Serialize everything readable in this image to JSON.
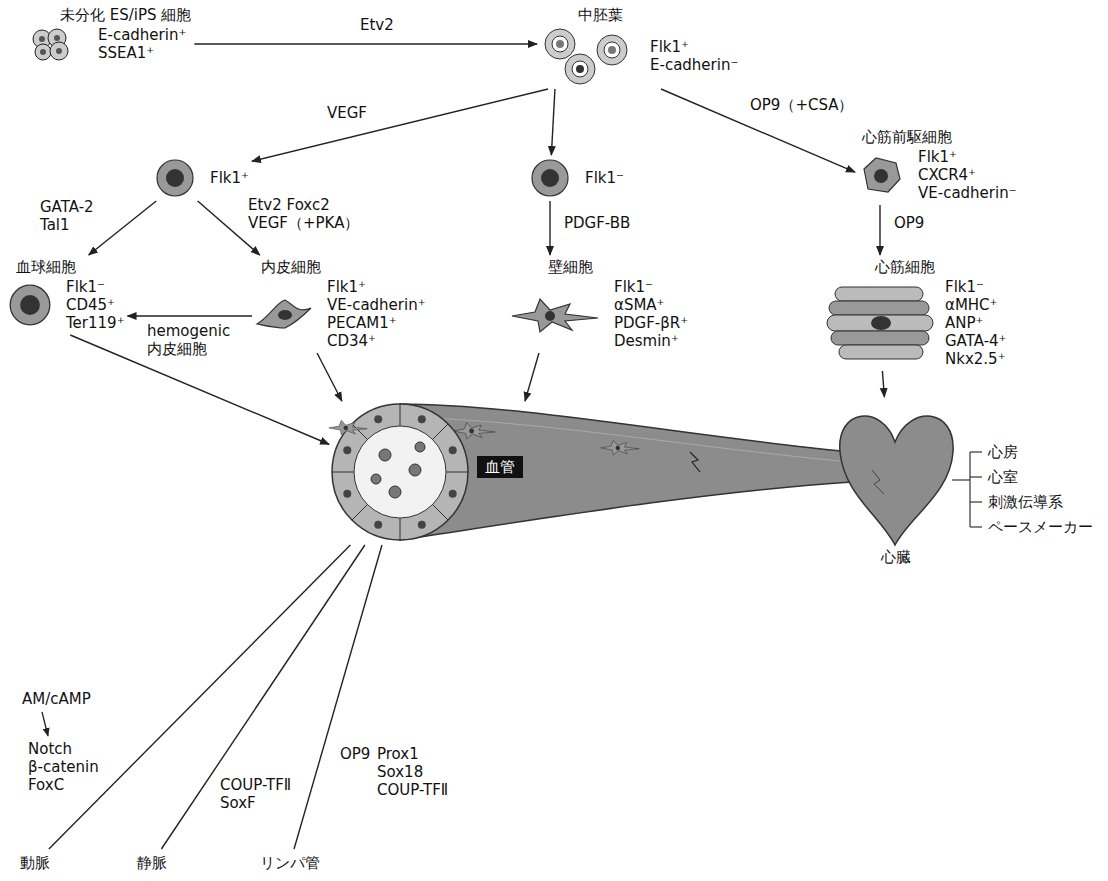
{
  "diagram": {
    "nodes": [
      {
        "text": [
          "未分化 ES/iPS 細胞",
          "E-cadherin⁺ SSEA1⁺"
        ]
      },
      {
        "text": [
          "中胚葉",
          "Flk1⁺ E-cadherin⁻"
        ]
      },
      {
        "text": [
          "Flk1⁺"
        ]
      },
      {
        "text": [
          "Flk1⁻"
        ]
      },
      {
        "text": [
          "心筋前駆細胞",
          "Flk1⁺ CXCR4⁺ VE-cadherin⁻"
        ]
      },
      {
        "text": [
          "血球細胞",
          "Flk1⁻ CD45⁺ Ter119⁺"
        ]
      },
      {
        "text": [
          "内皮細胞",
          "Flk1⁺ VE-cadherin⁺ PECAM1⁺ CD34⁺"
        ]
      },
      {
        "text": [
          "壁細胞",
          "Flk1⁻ αSMA⁺ PDGF-βR⁺ Desmin⁺"
        ]
      },
      {
        "text": [
          "心筋細胞",
          "Flk1⁻ αMHC⁺ ANP⁺ GATA-4⁺ Nkx2.5⁺"
        ]
      },
      {
        "text": [
          "血管"
        ]
      },
      {
        "text": [
          "心臓"
        ]
      },
      {
        "text": [
          "動脈"
        ]
      },
      {
        "text": [
          "静脈"
        ]
      },
      {
        "text": [
          "リンパ管"
        ]
      }
    ],
    "edges": [
      {
        "from": 0,
        "to": 1,
        "arrow": "to",
        "label": "Etv2"
      },
      {
        "from": 1,
        "to": 2,
        "arrow": "to",
        "label": "VEGF"
      },
      {
        "from": 1,
        "to": 3,
        "arrow": "to"
      },
      {
        "from": 1,
        "to": 4,
        "arrow": "to",
        "label": "OP9（+CSA）"
      },
      {
        "from": 2,
        "to": 5,
        "arrow": "to",
        "label": "GATA-2 Tal1"
      },
      {
        "from": 2,
        "to": 6,
        "arrow": "to",
        "label": "Etv2 Foxc2 VEGF（+PKA）"
      },
      {
        "from": 3,
        "to": 7,
        "arrow": "to",
        "label": "PDGF-BB"
      },
      {
        "from": 4,
        "to": 8,
        "arrow": "to",
        "label": "OP9"
      },
      {
        "from": 6,
        "to": 5,
        "arrow": "to",
        "label": "hemogenic 内皮細胞"
      },
      {
        "from": 5,
        "to": 9,
        "arrow": "to"
      },
      {
        "from": 6,
        "to": 9,
        "arrow": "to"
      },
      {
        "from": 7,
        "to": 9,
        "arrow": "to"
      },
      {
        "from": 8,
        "to": 10,
        "arrow": "to"
      },
      {
        "from": 9,
        "to": 11,
        "arrow": "none"
      },
      {
        "from": 9,
        "to": 12,
        "arrow": "none"
      },
      {
        "from": 9,
        "to": 13,
        "arrow": "none"
      }
    ],
    "labels": [
      "AM/cAMP",
      "Notch β-catenin FoxC",
      "COUP-TFⅡ SoxF",
      "OP9",
      "Prox1 Sox18 COUP-TFⅡ",
      "心房",
      "心室",
      "刺激伝導系",
      "ペースメーカー"
    ]
  }
}
